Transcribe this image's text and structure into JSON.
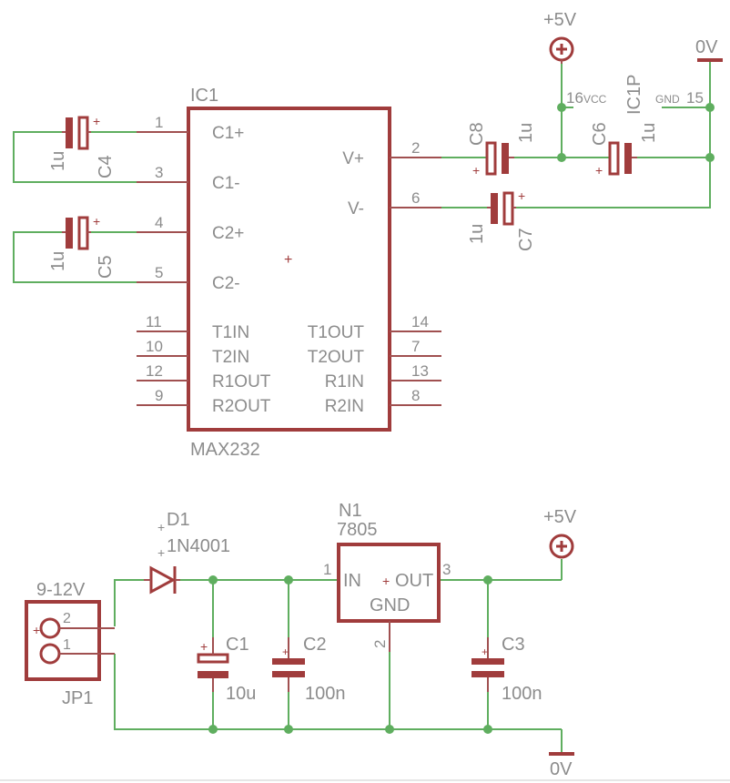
{
  "ic1": {
    "ref": "IC1",
    "value": "MAX232",
    "center_mark": "+",
    "left_pins": [
      {
        "num": "1",
        "name": "C1+"
      },
      {
        "num": "3",
        "name": "C1-"
      },
      {
        "num": "4",
        "name": "C2+"
      },
      {
        "num": "5",
        "name": "C2-"
      },
      {
        "num": "11",
        "name": "T1IN"
      },
      {
        "num": "10",
        "name": "T2IN"
      },
      {
        "num": "12",
        "name": "R1OUT"
      },
      {
        "num": "9",
        "name": "R2OUT"
      }
    ],
    "right_pins": [
      {
        "num": "2",
        "name": "V+"
      },
      {
        "num": "6",
        "name": "V-"
      },
      {
        "num": "14",
        "name": "T1OUT"
      },
      {
        "num": "7",
        "name": "T2OUT"
      },
      {
        "num": "13",
        "name": "R1IN"
      },
      {
        "num": "8",
        "name": "R2IN"
      }
    ]
  },
  "ic1p": {
    "ref": "IC1P",
    "vcc_label": "VCC",
    "vcc_pin": "16",
    "gnd_label": "GND",
    "gnd_pin": "15"
  },
  "capacitors": {
    "c1": {
      "ref": "C1",
      "value": "10u"
    },
    "c2": {
      "ref": "C2",
      "value": "100n"
    },
    "c3": {
      "ref": "C3",
      "value": "100n"
    },
    "c4": {
      "ref": "C4",
      "value": "1u"
    },
    "c5": {
      "ref": "C5",
      "value": "1u"
    },
    "c6": {
      "ref": "C6",
      "value": "1u"
    },
    "c7": {
      "ref": "C7",
      "value": "1u"
    },
    "c8": {
      "ref": "C8",
      "value": "1u"
    }
  },
  "polarity_mark": "+",
  "d1": {
    "ref": "D1",
    "value": "1N4001"
  },
  "n1": {
    "ref": "N1",
    "value": "7805",
    "in_label": "IN",
    "out_label": "OUT",
    "gnd_label": "GND",
    "in_pin": "1",
    "gnd_pin": "2",
    "out_pin": "3"
  },
  "jp1": {
    "ref": "JP1",
    "value": "9-12V",
    "pin1": "1",
    "pin2": "2"
  },
  "supplies": {
    "plus5v_top": "+5V",
    "gnd_top": "0V",
    "plus5v_bottom": "+5V",
    "gnd_bottom": "0V"
  },
  "colors": {
    "wire": "#5fae5f",
    "part": "#a03c3c",
    "text": "#8c8c8c"
  }
}
